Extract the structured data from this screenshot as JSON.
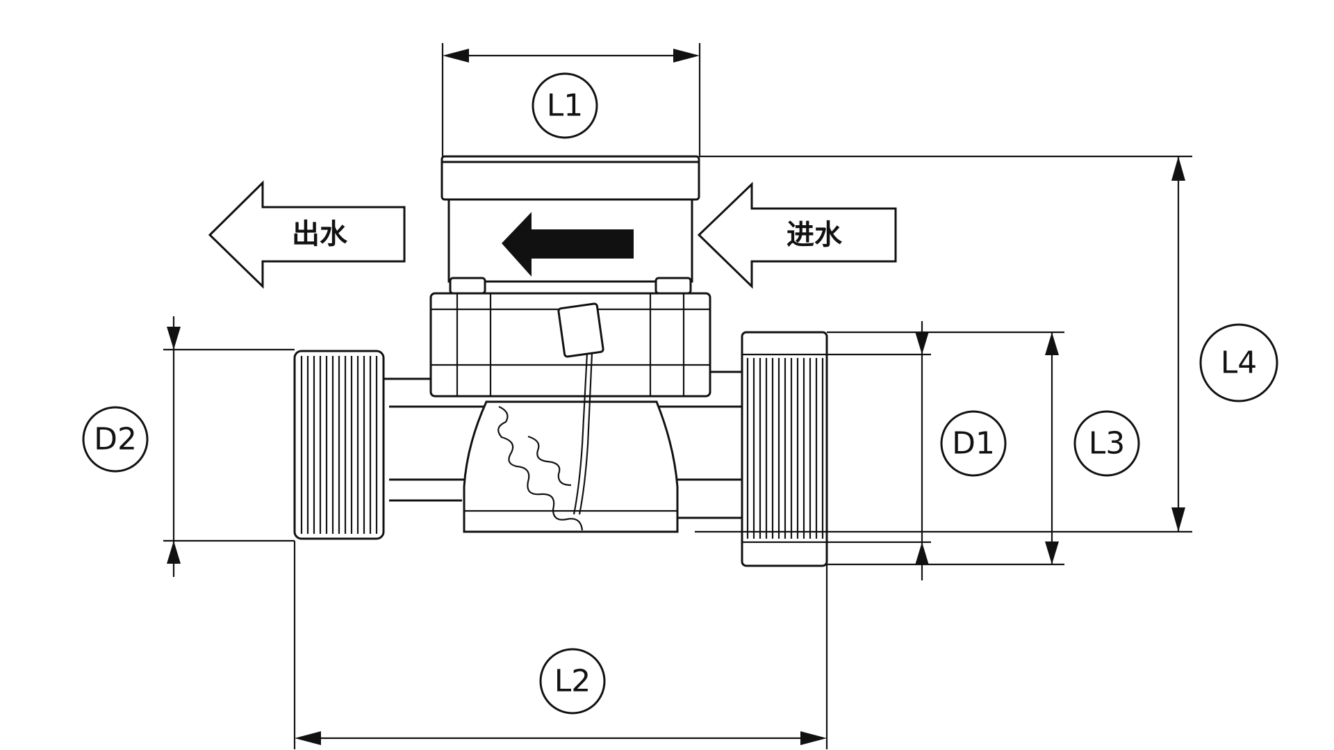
{
  "labels": {
    "l1": "L1",
    "l2": "L2",
    "l3": "L3",
    "l4": "L4",
    "d1": "D1",
    "d2": "D2"
  },
  "flow": {
    "outlet": "出水",
    "inlet": "进水"
  },
  "colors": {
    "ink": "#111111",
    "background": "#ffffff"
  }
}
